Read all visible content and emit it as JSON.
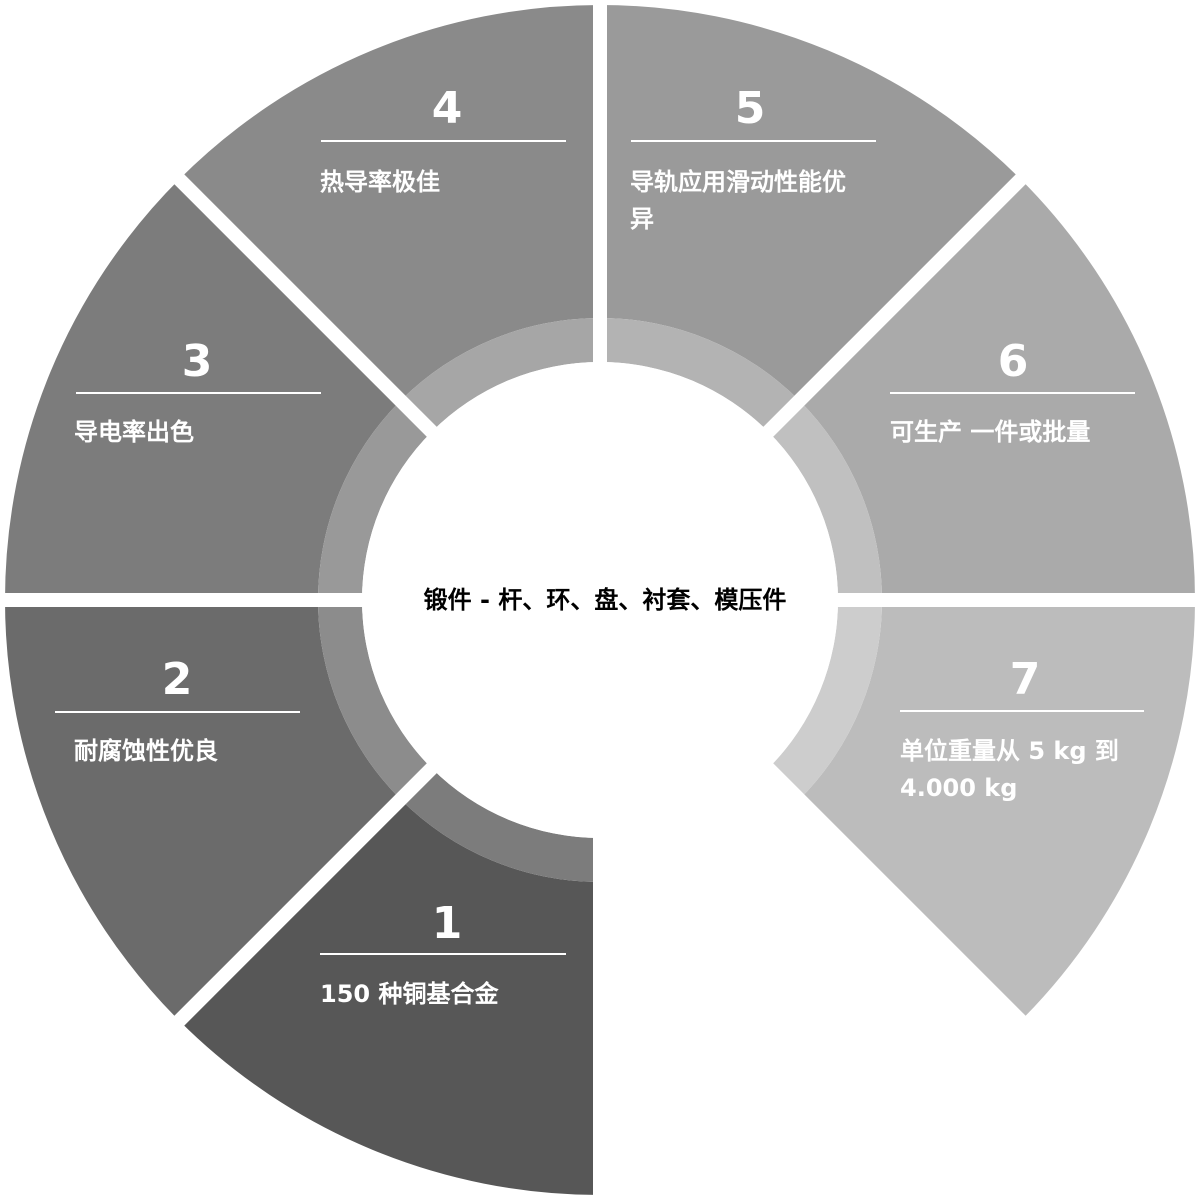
{
  "center": {
    "label": "锻件 - 杆、环、盘、衬套、模压件"
  },
  "segments": [
    {
      "number": "1",
      "lines": [
        "150 种铜基合金"
      ],
      "color": "#575757",
      "inner_color": "#7c7c7c"
    },
    {
      "number": "2",
      "lines": [
        "耐腐蚀性优良"
      ],
      "color": "#6b6b6b",
      "inner_color": "#8c8c8c"
    },
    {
      "number": "3",
      "lines": [
        "导电率出色"
      ],
      "color": "#7c7c7c",
      "inner_color": "#999999"
    },
    {
      "number": "4",
      "lines": [
        "热导率极佳"
      ],
      "color": "#8a8a8a",
      "inner_color": "#a6a6a6"
    },
    {
      "number": "5",
      "lines": [
        "导轨应用滑动性能优",
        "异"
      ],
      "color": "#9a9a9a",
      "inner_color": "#b3b3b3"
    },
    {
      "number": "6",
      "lines": [
        "可生产 一件或批量"
      ],
      "color": "#aaaaaa",
      "inner_color": "#c0c0c0"
    },
    {
      "number": "7",
      "lines": [
        "单位重量从 5 kg 到",
        "4.000 kg"
      ],
      "color": "#bcbcbc",
      "inner_color": "#cdcdcd"
    }
  ]
}
